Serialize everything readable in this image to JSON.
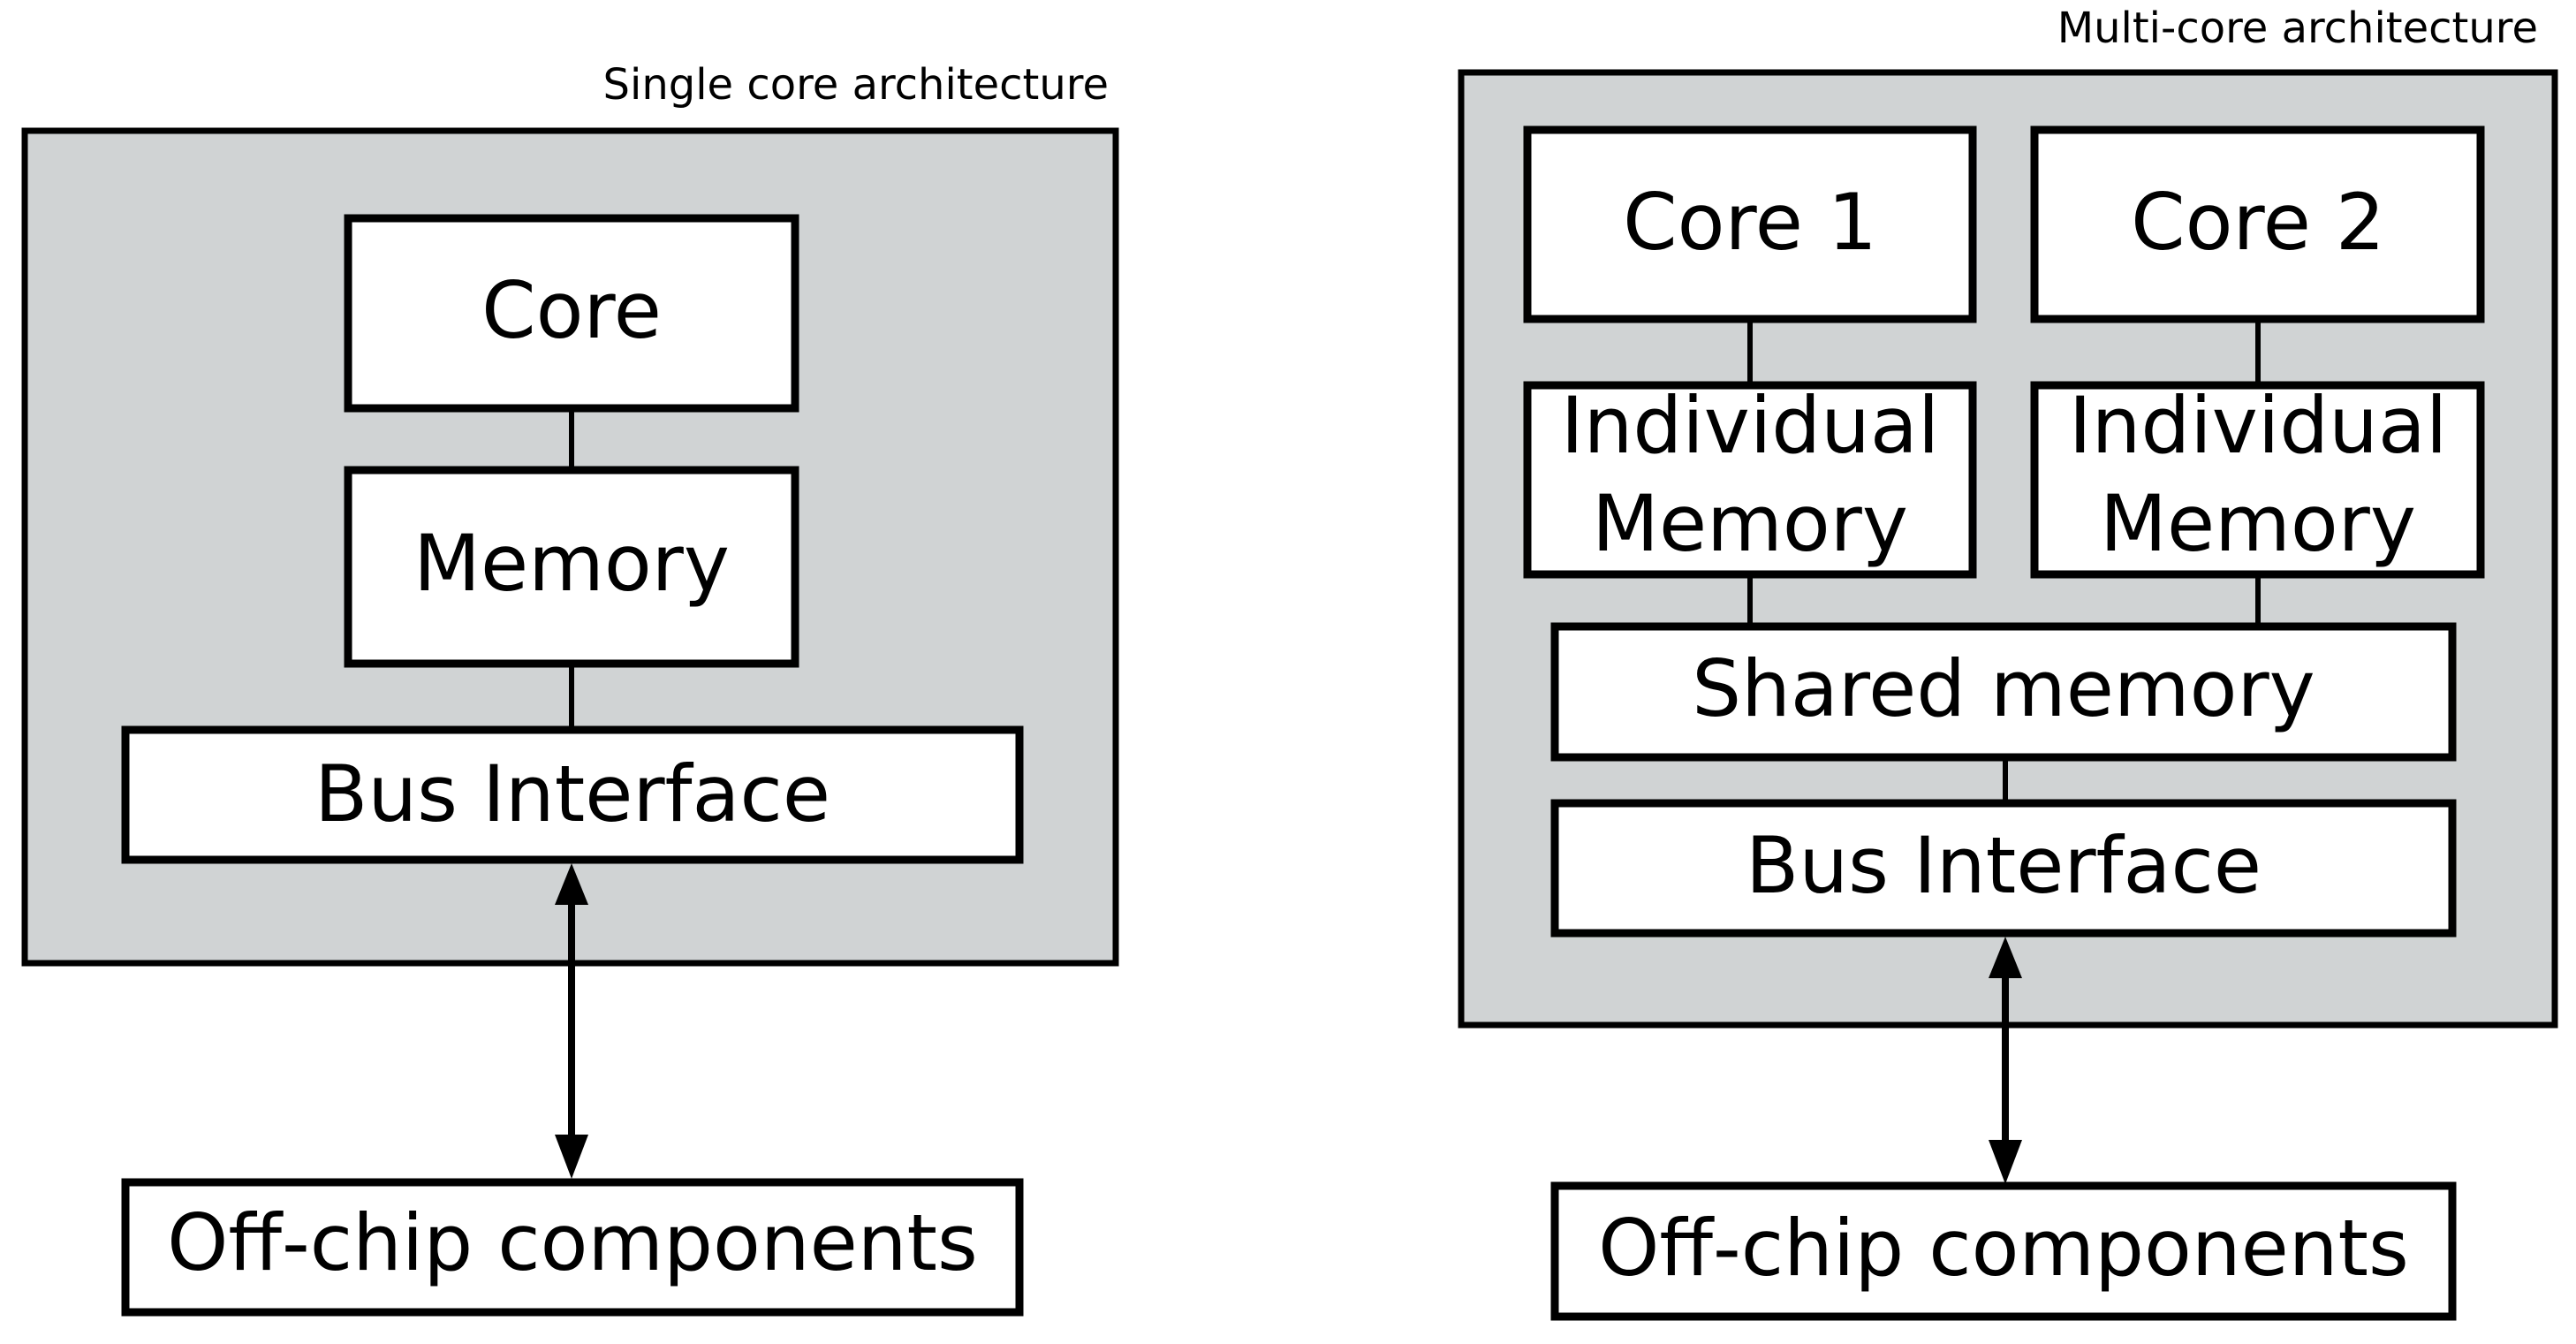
{
  "single": {
    "title": "Single core architecture",
    "core": "Core",
    "memory": "Memory",
    "bus": "Bus Interface",
    "offchip": "Off-chip components"
  },
  "multi": {
    "title": "Multi-core architecture",
    "core1": "Core 1",
    "core2": "Core 2",
    "mem1": [
      "Individual",
      "Memory"
    ],
    "mem2": [
      "Individual",
      "Memory"
    ],
    "shared": "Shared memory",
    "bus": "Bus Interface",
    "offchip": "Off-chip components"
  },
  "colors": {
    "chip_fill": "#d0d3d4",
    "box_fill": "#ffffff",
    "stroke": "#000000"
  }
}
